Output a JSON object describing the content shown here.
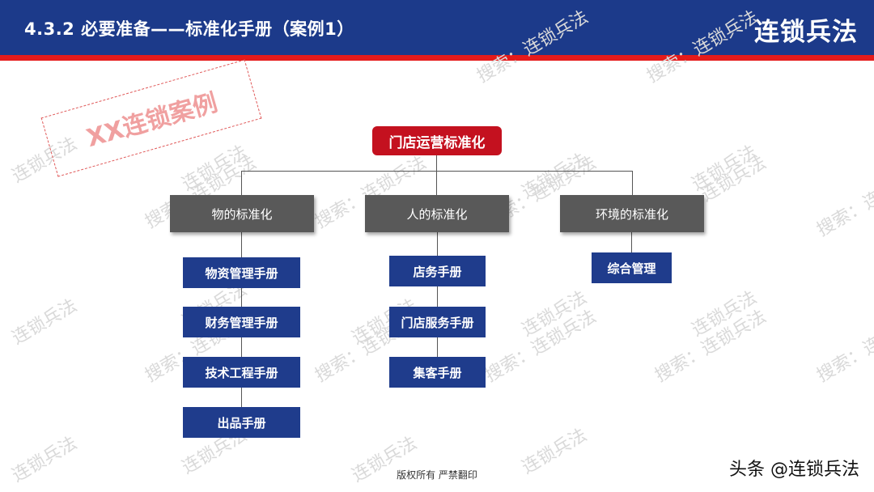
{
  "header": {
    "title": "4.3.2  必要准备——标准化手册（案例1）",
    "brand": "连锁兵法",
    "bg_color": "#1c3a8a",
    "stripe_color": "#e51b1b"
  },
  "stamp": {
    "text": "XX连锁案例"
  },
  "org": {
    "root": "门店运营标准化",
    "categories": [
      {
        "label": "物的标准化",
        "items": [
          "物资管理手册",
          "财务管理手册",
          "技术工程手册",
          "出品手册"
        ]
      },
      {
        "label": "人的标准化",
        "items": [
          "店务手册",
          "门店服务手册",
          "集客手册"
        ]
      },
      {
        "label": "环境的标准化",
        "items": [
          "综合管理"
        ]
      }
    ]
  },
  "watermarks": {
    "brand": "连锁兵法",
    "search": "搜索：连锁兵法"
  },
  "footer": {
    "copyright": "版权所有  严禁翻印",
    "source": "头条 @连锁兵法"
  }
}
